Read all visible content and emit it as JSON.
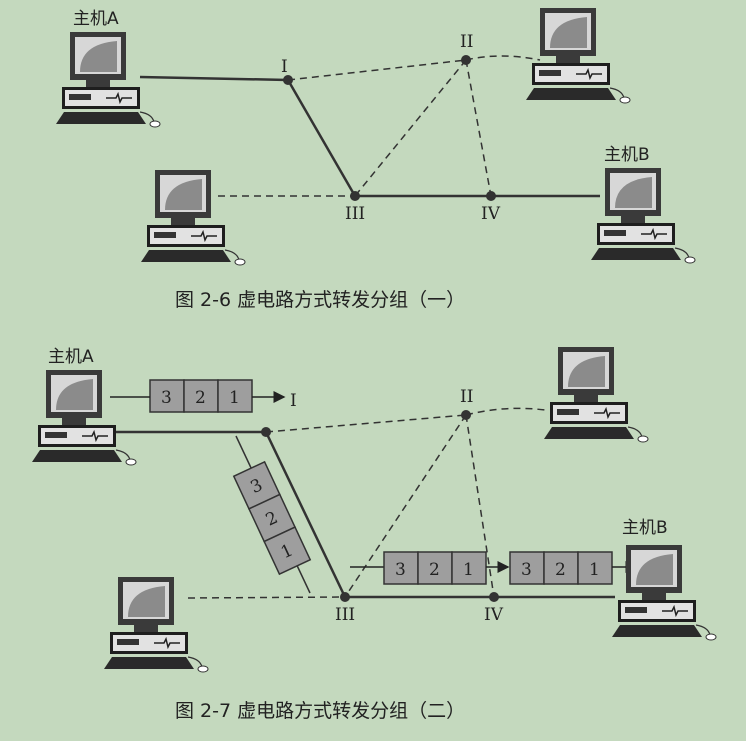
{
  "figure1": {
    "host_a": "主机A",
    "host_b": "主机B",
    "routers": {
      "r1": "I",
      "r2": "II",
      "r3": "III",
      "r4": "IV"
    },
    "caption": "图 2-6   虚电路方式转发分组（一）"
  },
  "figure2": {
    "host_a": "主机A",
    "host_b": "主机B",
    "routers": {
      "r1": "I",
      "r2": "II",
      "r3": "III",
      "r4": "IV"
    },
    "packet_numbers": [
      "3",
      "2",
      "1"
    ],
    "caption": "图 2-7   虚电路方式转发分组（二）"
  }
}
